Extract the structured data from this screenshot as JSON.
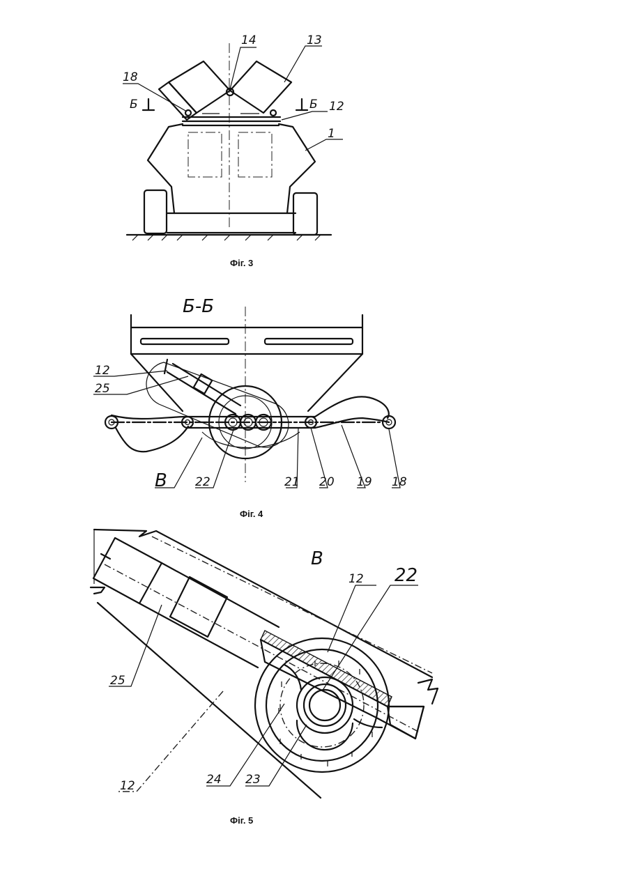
{
  "figures": {
    "fig3": {
      "caption": "Фіг. 3",
      "labels": {
        "l14": "14",
        "l13": "13",
        "l18": "18",
        "l12": "12",
        "l1": "1",
        "secL": "Б",
        "secR": "Б"
      }
    },
    "fig4": {
      "caption": "Фіг. 4",
      "section_title": "Б-Б",
      "labels": {
        "l12": "12",
        "l25": "25",
        "lB": "В",
        "l22": "22",
        "l21": "21",
        "l20": "20",
        "l19": "19",
        "l18": "18"
      }
    },
    "fig5": {
      "caption": "Фіг. 5",
      "view_letter": "В",
      "labels": {
        "l12a": "12",
        "l22": "22",
        "l25": "25",
        "l24": "24",
        "l23": "23",
        "l12b": "12"
      }
    }
  }
}
